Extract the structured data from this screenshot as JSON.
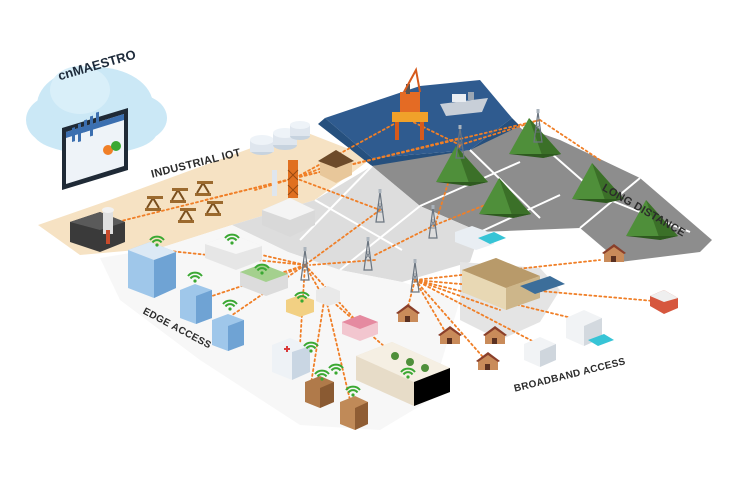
{
  "diagram": {
    "platform": "cnMAESTRO",
    "zones": {
      "industrial_iot": "INDUSTRIAL IOT",
      "long_distance": "LONG DISTANCE",
      "edge_access": "EDGE ACCESS",
      "broadband_access": "BROADBAND ACCESS"
    },
    "colors": {
      "iot_tile": "#f6e2c3",
      "sea_tile": "#2f5b8f",
      "gray_tile": "#dddddd",
      "dark_tile": "#8d8d8d",
      "link": "#f07f27",
      "cloud": "#bfe2f3",
      "hill": "#4f8f3a",
      "wifi": "#3aa832"
    }
  }
}
